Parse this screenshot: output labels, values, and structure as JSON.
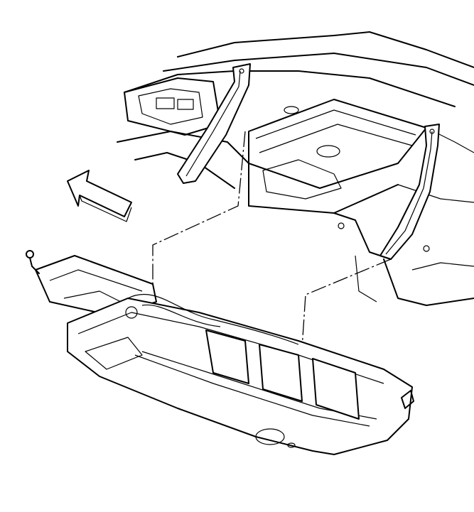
{
  "colors": {
    "line": "#000000",
    "background": "#ffffff"
  },
  "figure": {
    "components": [
      "vehicle-frame-underbody",
      "fuel-tank-strap-front",
      "fuel-tank-strap-rear",
      "fuel-tank",
      "fuel-tank-shield-bracket",
      "vehicle-front-arrow"
    ],
    "icons": [
      "front-direction-arrow-icon"
    ]
  }
}
